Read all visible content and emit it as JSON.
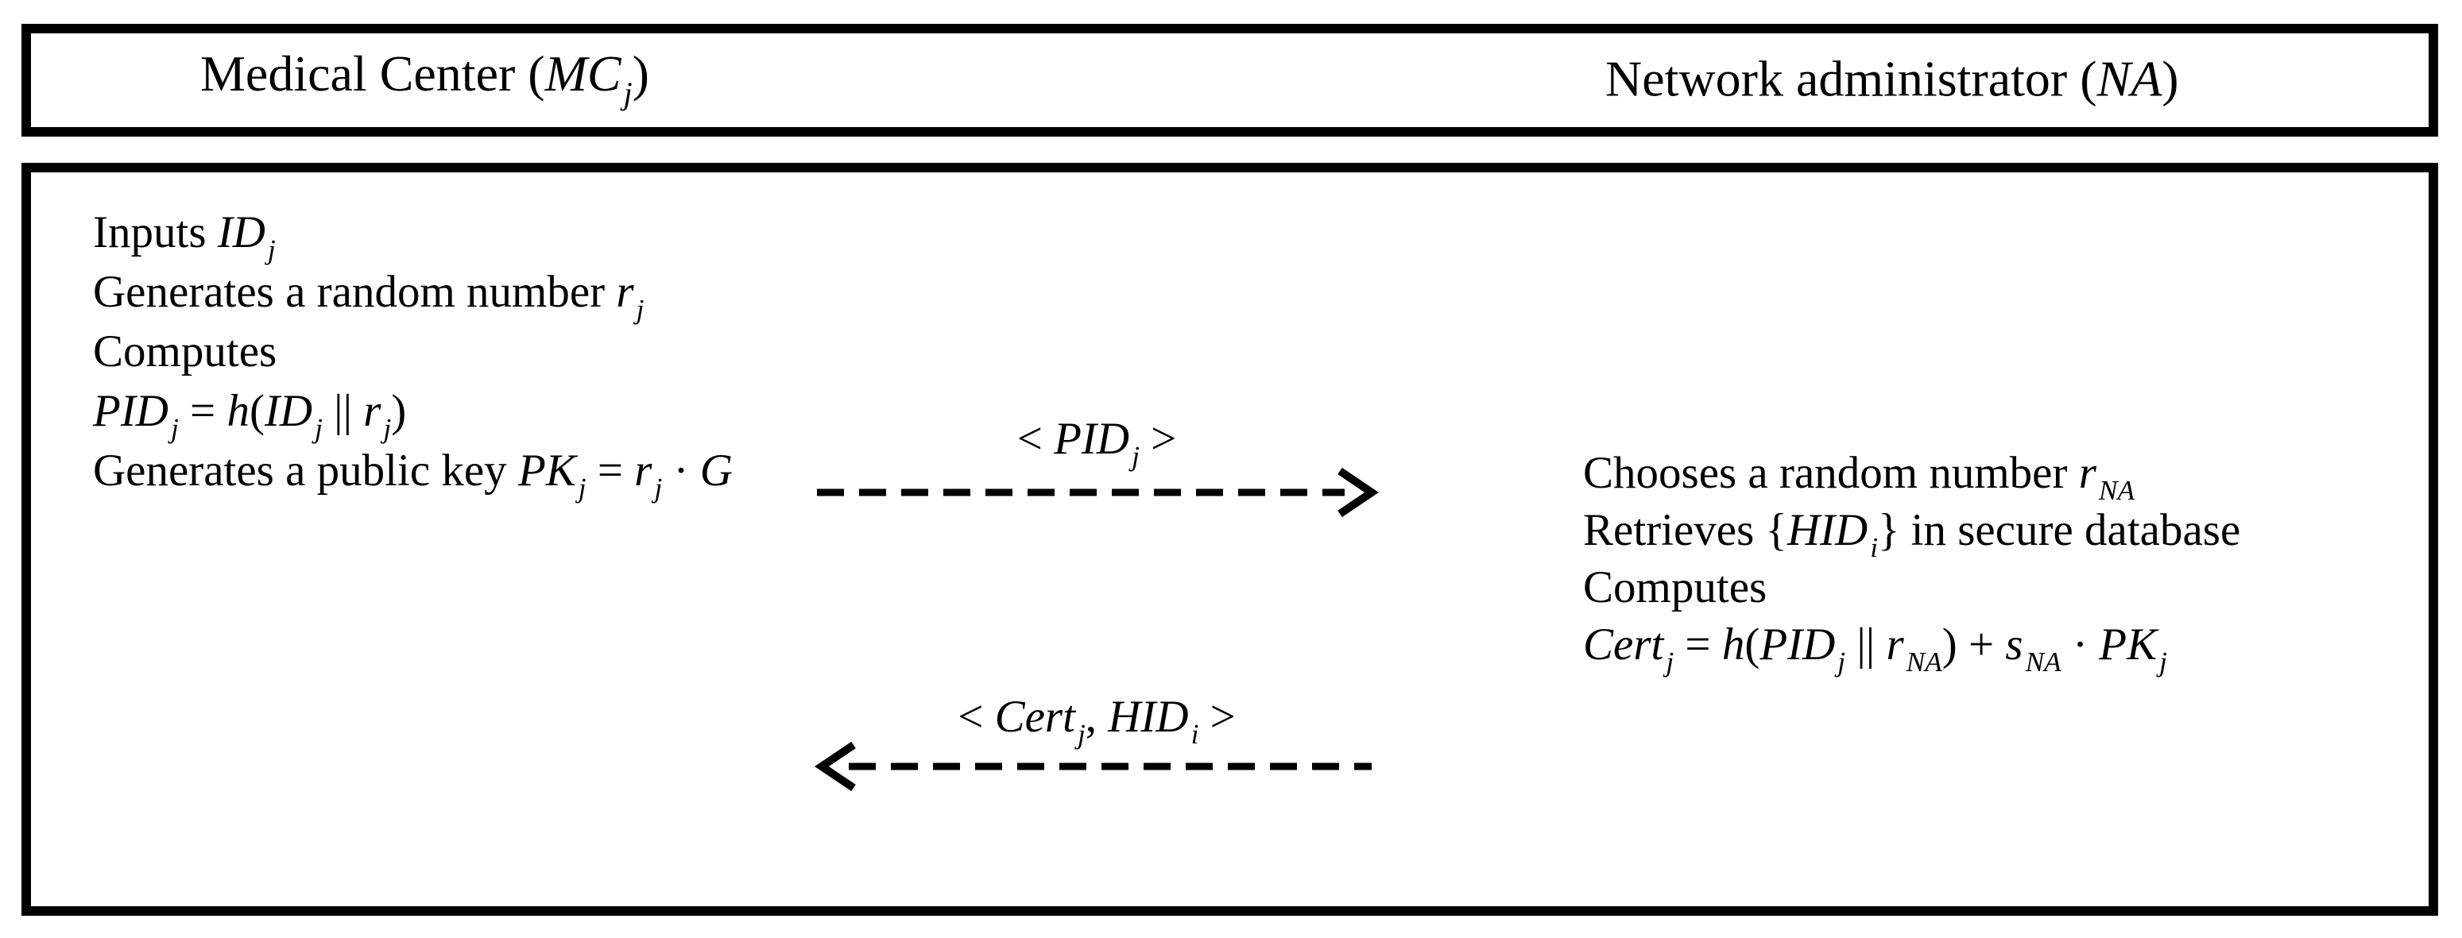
{
  "colors": {
    "ink": "#000000",
    "background": "#ffffff"
  },
  "header": {
    "left_title": [
      {
        "t": "Medical Center (",
        "s": "r"
      },
      {
        "t": "MC",
        "s": "i"
      },
      {
        "t": "j",
        "s": "s"
      },
      {
        "t": ")",
        "s": "r"
      }
    ],
    "right_title": [
      {
        "t": "Network administrator (",
        "s": "r"
      },
      {
        "t": "NA",
        "s": "i"
      },
      {
        "t": ")",
        "s": "r"
      }
    ]
  },
  "mc_steps": [
    [
      {
        "t": "Inputs ",
        "s": "r"
      },
      {
        "t": "ID",
        "s": "i"
      },
      {
        "t": "j",
        "s": "s"
      }
    ],
    [
      {
        "t": "Generates a random number ",
        "s": "r"
      },
      {
        "t": "r",
        "s": "i"
      },
      {
        "t": "j",
        "s": "s"
      }
    ],
    [
      {
        "t": "Computes",
        "s": "r"
      }
    ],
    [
      {
        "t": "PID",
        "s": "i"
      },
      {
        "t": "j",
        "s": "s"
      },
      {
        "t": " = ",
        "s": "r"
      },
      {
        "t": "h",
        "s": "i"
      },
      {
        "t": "(",
        "s": "r"
      },
      {
        "t": "ID",
        "s": "i"
      },
      {
        "t": "j",
        "s": "s"
      },
      {
        "t": " || ",
        "s": "r"
      },
      {
        "t": "r",
        "s": "i"
      },
      {
        "t": "j",
        "s": "s"
      },
      {
        "t": ")",
        "s": "r"
      }
    ],
    [
      {
        "t": "Generates a public key ",
        "s": "r"
      },
      {
        "t": "PK",
        "s": "i"
      },
      {
        "t": "j",
        "s": "s"
      },
      {
        "t": " = ",
        "s": "r"
      },
      {
        "t": "r",
        "s": "i"
      },
      {
        "t": "j",
        "s": "s"
      },
      {
        "t": " · ",
        "s": "r"
      },
      {
        "t": "G",
        "s": "i"
      }
    ]
  ],
  "na_steps": [
    [
      {
        "t": "Chooses a random number ",
        "s": "r"
      },
      {
        "t": "r",
        "s": "i"
      },
      {
        "t": "NA",
        "s": "s"
      }
    ],
    [
      {
        "t": "Retrieves {",
        "s": "r"
      },
      {
        "t": "HID",
        "s": "i"
      },
      {
        "t": "i",
        "s": "s"
      },
      {
        "t": "} in secure database",
        "s": "r"
      }
    ],
    [
      {
        "t": "Computes",
        "s": "r"
      }
    ],
    [
      {
        "t": "Cert",
        "s": "i"
      },
      {
        "t": "j",
        "s": "s"
      },
      {
        "t": " = ",
        "s": "r"
      },
      {
        "t": "h",
        "s": "i"
      },
      {
        "t": "(",
        "s": "r"
      },
      {
        "t": "PID",
        "s": "i"
      },
      {
        "t": "j",
        "s": "s"
      },
      {
        "t": " || ",
        "s": "r"
      },
      {
        "t": "r",
        "s": "i"
      },
      {
        "t": "NA",
        "s": "s"
      },
      {
        "t": ") + ",
        "s": "r"
      },
      {
        "t": "s",
        "s": "i"
      },
      {
        "t": "NA",
        "s": "s"
      },
      {
        "t": " · ",
        "s": "r"
      },
      {
        "t": "PK",
        "s": "i"
      },
      {
        "t": "j",
        "s": "s"
      }
    ]
  ],
  "messages": [
    {
      "direction": "right",
      "label": [
        {
          "t": "< ",
          "s": "r"
        },
        {
          "t": "PID",
          "s": "i"
        },
        {
          "t": "j",
          "s": "s"
        },
        {
          "t": " >",
          "s": "r"
        }
      ]
    },
    {
      "direction": "left",
      "label": [
        {
          "t": "< ",
          "s": "r"
        },
        {
          "t": "Cert",
          "s": "i"
        },
        {
          "t": "j",
          "s": "s"
        },
        {
          "t": ", ",
          "s": "r"
        },
        {
          "t": "HID",
          "s": "i"
        },
        {
          "t": "i",
          "s": "s"
        },
        {
          "t": " >",
          "s": "r"
        }
      ]
    }
  ]
}
